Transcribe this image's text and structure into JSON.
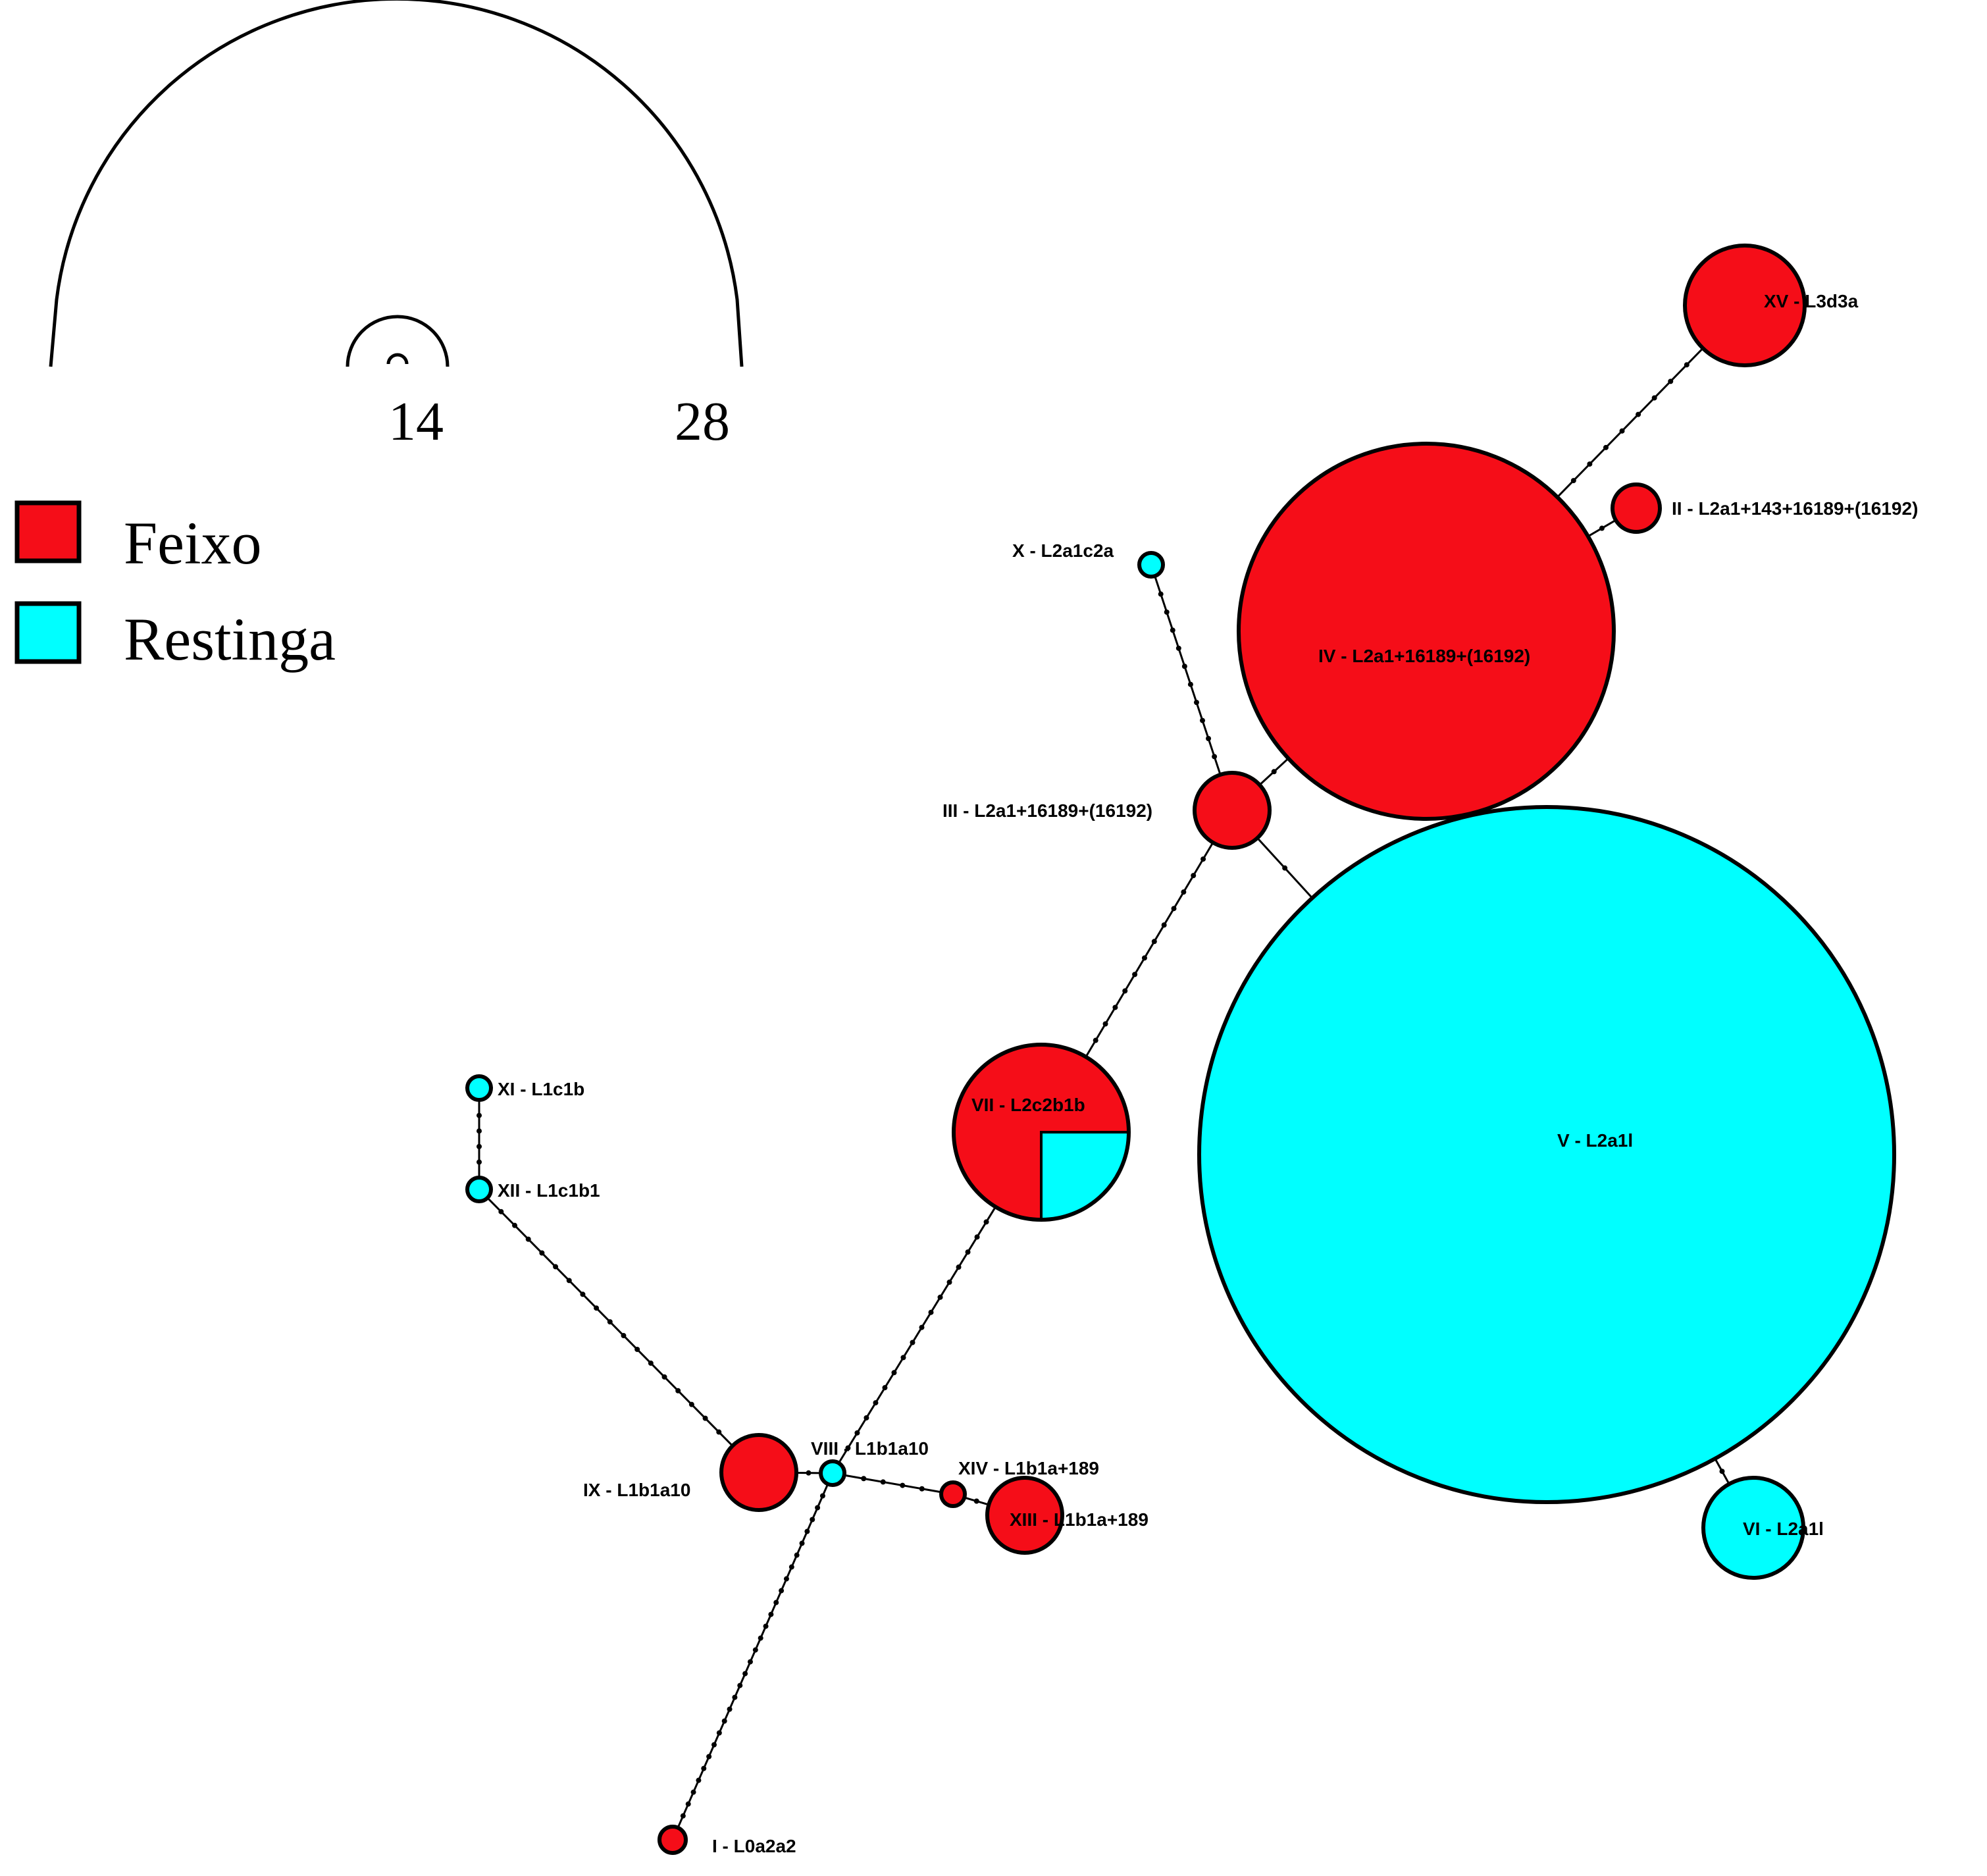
{
  "colors": {
    "Feixo": "#f50d18",
    "Restinga": "#00ffff"
  },
  "scale": {
    "values": [
      "1",
      "14",
      "28"
    ],
    "circle_sizes": [
      1,
      14,
      28
    ]
  },
  "legend": [
    {
      "name": "Feixo",
      "color": "#f50d18"
    },
    {
      "name": "Restinga",
      "color": "#00ffff"
    }
  ],
  "nodes": [
    {
      "id": "I",
      "label": "I - L0a2a2",
      "feixo": 1,
      "restinga": 0
    },
    {
      "id": "II",
      "label": "II - L2a1+143+16189+(16192)",
      "feixo": 1,
      "restinga": 0
    },
    {
      "id": "III",
      "label": "III - L2a1+16189+(16192)",
      "feixo": 2,
      "restinga": 0
    },
    {
      "id": "IV",
      "label": "IV - L2a1+16189+(16192)",
      "feixo": 20,
      "restinga": 0
    },
    {
      "id": "V",
      "label": "V - L2a1l",
      "feixo": 0,
      "restinga": 71
    },
    {
      "id": "VI",
      "label": "VI - L2a1l",
      "feixo": 0,
      "restinga": 2
    },
    {
      "id": "VII",
      "label": "VII - L2c2b1b",
      "feixo": 3,
      "restinga": 1
    },
    {
      "id": "VIII",
      "label": "VIII - L1b1a10",
      "feixo": 0,
      "restinga": 1
    },
    {
      "id": "IX",
      "label": "IX - L1b1a10",
      "feixo": 2,
      "restinga": 0
    },
    {
      "id": "X",
      "label": "X - L2a1c2a",
      "feixo": 0,
      "restinga": 1
    },
    {
      "id": "XI",
      "label": "XI - L1c1b",
      "feixo": 0,
      "restinga": 1
    },
    {
      "id": "XII",
      "label": "XII - L1c1b1",
      "feixo": 0,
      "restinga": 1
    },
    {
      "id": "XIII",
      "label": "XIII - L1b1a+189",
      "feixo": 2,
      "restinga": 0
    },
    {
      "id": "XIV",
      "label": "XIV - L1b1a+189",
      "feixo": 1,
      "restinga": 0
    },
    {
      "id": "XV",
      "label": "XV - L3d3a",
      "feixo": 4,
      "restinga": 0
    }
  ],
  "edges": [
    {
      "from": "XV",
      "to": "IV",
      "steps": 8
    },
    {
      "from": "II",
      "to": "IV",
      "steps": 1
    },
    {
      "from": "IV",
      "to": "III",
      "steps": 1
    },
    {
      "from": "X",
      "to": "III",
      "steps": 10
    },
    {
      "from": "III",
      "to": "V",
      "steps": 1
    },
    {
      "from": "III",
      "to": "VII",
      "steps": 12
    },
    {
      "from": "V",
      "to": "VI",
      "steps": 1
    },
    {
      "from": "VII",
      "to": "VIII",
      "steps": 16
    },
    {
      "from": "VIII",
      "to": "I",
      "steps": 28
    },
    {
      "from": "VIII",
      "to": "IX",
      "steps": 1
    },
    {
      "from": "VIII",
      "to": "XIV",
      "steps": 4
    },
    {
      "from": "XIV",
      "to": "XIII",
      "steps": 1
    },
    {
      "from": "IX",
      "to": "XII",
      "steps": 17
    },
    {
      "from": "XII",
      "to": "XI",
      "steps": 4
    }
  ]
}
